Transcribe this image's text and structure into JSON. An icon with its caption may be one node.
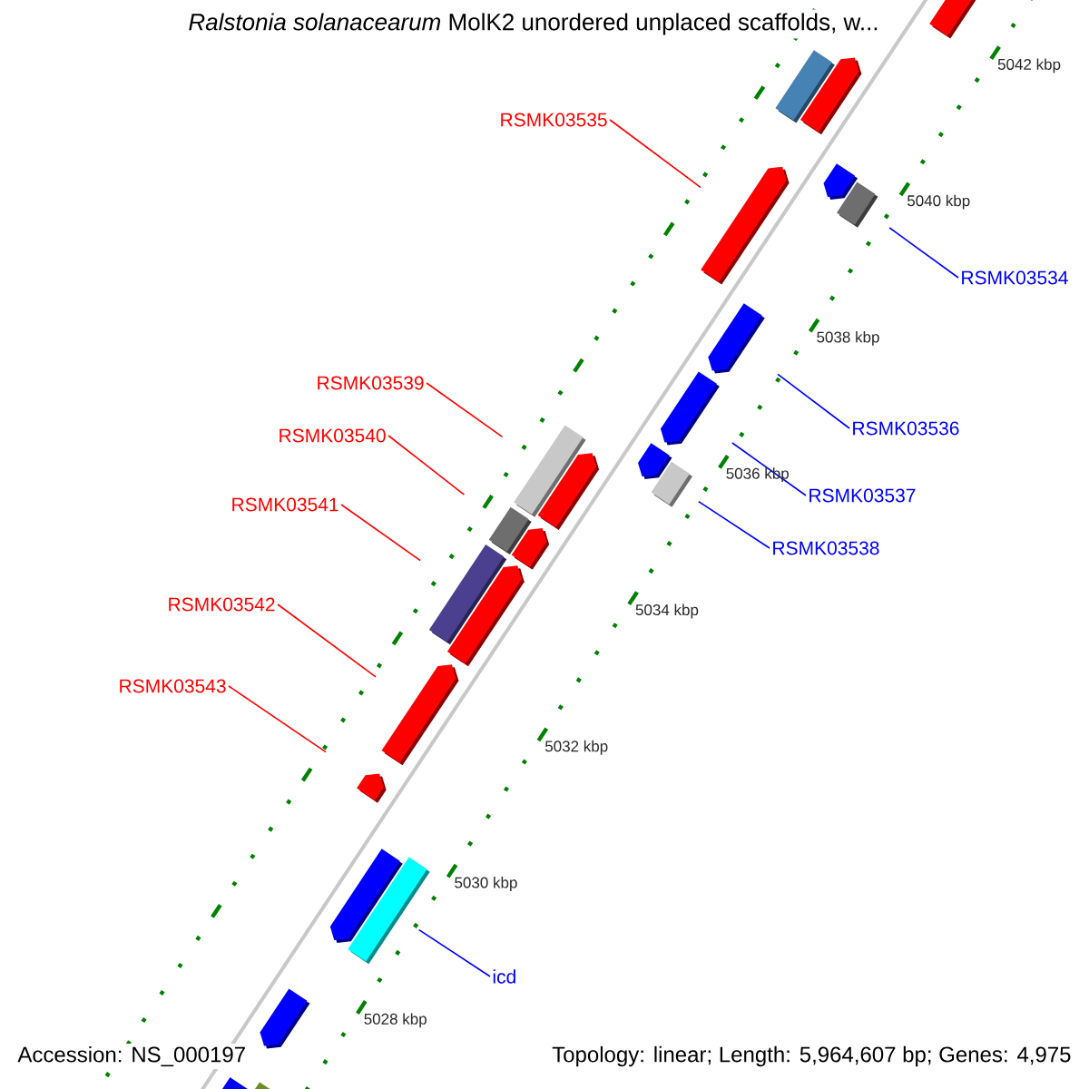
{
  "diagram": {
    "title": "*Ralstonia solanacearum* MolK2 unordered unplaced scaffolds, w...",
    "nodes": [
      {
        "text": [],
        "shape": "bar"
      },
      {
        "text": [],
        "shape": "pentagon"
      },
      {
        "text": [],
        "shape": "bar"
      },
      {
        "text": [
          "RSMK03535"
        ]
      },
      {
        "text": [],
        "shape": "pentagon"
      },
      {
        "text": [],
        "shape": "pentagon"
      },
      {
        "text": [],
        "shape": "bar"
      },
      {
        "text": [
          "RSMK03534"
        ]
      },
      {
        "text": [],
        "shape": "pentagon"
      },
      {
        "text": [
          "RSMK03539"
        ]
      },
      {
        "text": [],
        "shape": "pentagon"
      },
      {
        "text": [
          "RSMK03536"
        ]
      },
      {
        "text": [
          "RSMK03540"
        ]
      },
      {
        "text": [],
        "shape": "bar"
      },
      {
        "text": [],
        "shape": "pentagon"
      },
      {
        "text": [],
        "shape": "bar"
      },
      {
        "text": [],
        "shape": "pentagon"
      },
      {
        "text": [
          "RSMK03537"
        ]
      },
      {
        "text": [
          "RSMK03541"
        ]
      },
      {
        "text": [],
        "shape": "bar"
      },
      {
        "text": [],
        "shape": "pentagon"
      },
      {
        "text": [
          "RSMK03538"
        ]
      },
      {
        "text": [],
        "shape": "bar"
      },
      {
        "text": [],
        "shape": "pentagon"
      },
      {
        "text": [
          "RSMK03542"
        ]
      },
      {
        "text": [
          "RSMK03543"
        ]
      },
      {
        "text": [],
        "shape": "pentagon"
      },
      {
        "text": [],
        "shape": "pentagon"
      },
      {
        "text": [],
        "shape": "pentagon"
      },
      {
        "text": [],
        "shape": "bar"
      },
      {
        "text": [
          "icd"
        ]
      },
      {
        "text": [],
        "shape": "pentagon"
      },
      {
        "text": [],
        "shape": "pentagon"
      },
      {
        "text": [],
        "shape": "bar"
      }
    ],
    "edges": [
      {
        "from": 3,
        "to": 4,
        "arrow": "none",
        "color": "#ff0000"
      },
      {
        "from": 7,
        "to": 6,
        "arrow": "none",
        "color": "#0000ff"
      },
      {
        "from": 9,
        "to": 13,
        "arrow": "none",
        "color": "#ff0000"
      },
      {
        "from": 11,
        "to": 8,
        "arrow": "none",
        "color": "#0000ff"
      },
      {
        "from": 12,
        "to": 19,
        "arrow": "none",
        "color": "#ff0000"
      },
      {
        "from": 17,
        "to": 10,
        "arrow": "none",
        "color": "#0000ff"
      },
      {
        "from": 18,
        "to": 22,
        "arrow": "none",
        "color": "#ff0000"
      },
      {
        "from": 21,
        "to": 15,
        "arrow": "none",
        "color": "#0000ff"
      },
      {
        "from": 24,
        "to": 26,
        "arrow": "none",
        "color": "#ff0000"
      },
      {
        "from": 25,
        "to": 27,
        "arrow": "none",
        "color": "#ff0000"
      },
      {
        "from": 30,
        "to": 29,
        "arrow": "none",
        "color": "#0000ff"
      }
    ],
    "labels": [
      "5042 kbp",
      "5040 kbp",
      "5038 kbp",
      "5036 kbp",
      "5034 kbp",
      "5032 kbp",
      "5030 kbp",
      "5028 kbp",
      "Accession: NS_000197",
      "Topology: linear; Length: 5,964,607 bp; Genes: 4,975"
    ]
  }
}
